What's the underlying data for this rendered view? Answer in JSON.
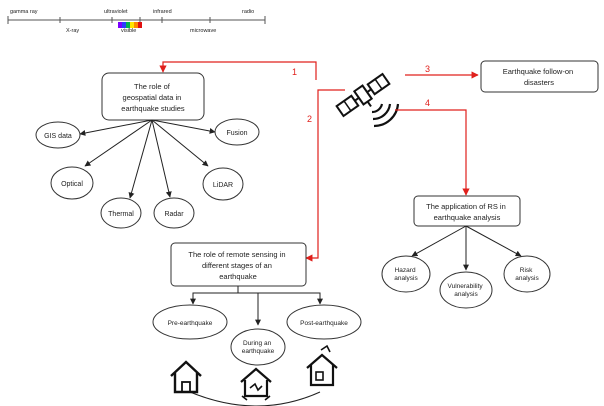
{
  "spectrum": {
    "top_labels": [
      "gamma ray",
      "ultraviolet",
      "infrared",
      "radio"
    ],
    "bottom_labels": [
      "X-ray",
      "visible",
      "microwave"
    ],
    "visible_colors": [
      "#7b00ff",
      "#2b3cff",
      "#00b050",
      "#ffe600",
      "#ff8a00",
      "#e01010"
    ]
  },
  "satellite": {
    "icon": "satellite-icon"
  },
  "arrow_labels": {
    "one": "1",
    "two": "2",
    "three": "3",
    "four": "4"
  },
  "boxes": {
    "geospatial": [
      "The role of",
      "geospatial data in",
      "earthquake studies"
    ],
    "followon": [
      "Earthquake follow-on",
      "disasters"
    ],
    "application": [
      "The application of RS in",
      "earthquake analysis"
    ],
    "stages": [
      "The role of remote sensing in",
      "different stages of an",
      "earthquake"
    ]
  },
  "data_types": {
    "gis": "GIS data",
    "fusion": "Fusion",
    "optical": "Optical",
    "thermal": "Thermal",
    "radar": "Radar",
    "lidar": "LiDAR"
  },
  "analyses": {
    "hazard": [
      "Hazard",
      "analysis"
    ],
    "vulnerability": [
      "Vulnerability",
      "analysis"
    ],
    "risk": [
      "Risk",
      "analysis"
    ]
  },
  "stages": {
    "pre": "Pre-earthquake",
    "during": [
      "During an",
      "earthquake"
    ],
    "post": "Post-earthquake"
  },
  "icons": {
    "pre": "house-icon",
    "during": "damaged-house-icon",
    "post": "rebuild-house-icon"
  }
}
